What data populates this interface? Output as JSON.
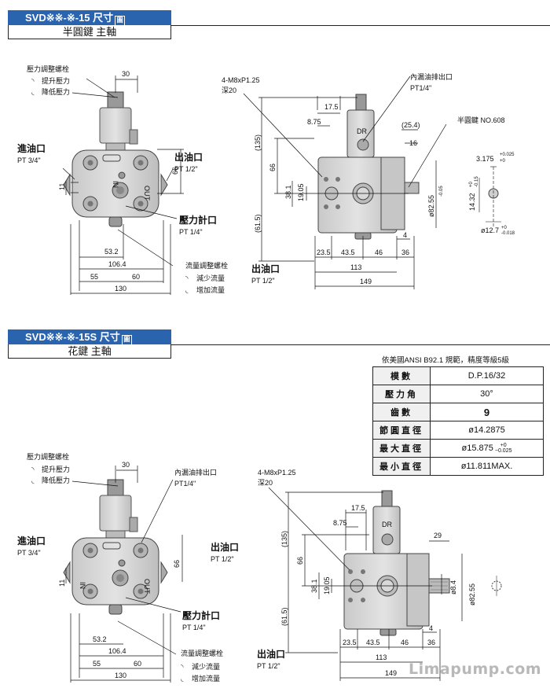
{
  "section1": {
    "title": "SVD※※-※-15 尺寸",
    "subtitle": "半圓鍵 主軸",
    "labels": {
      "pressure_adjust": "壓力調整螺栓",
      "raise": "提升壓力",
      "lower": "降低壓力",
      "inlet": "進油口",
      "inlet_spec": "PT 3/4\"",
      "outlet": "出油口",
      "outlet_spec": "PT 1/2\"",
      "gauge": "壓力計口",
      "gauge_spec": "PT 1/4\"",
      "flow_adjust": "流量調整螺栓",
      "flow_less": "減少流量",
      "flow_more": "增加流量",
      "drain": "內漏油排出口",
      "drain_spec": "PT1/4\"",
      "bolt": "4-M8xP1.25",
      "bolt_depth": "深20",
      "key": "半圓鍵 NO.608",
      "outlet2": "出油口",
      "outlet2_spec": "PT 1/2\"",
      "in_text": "IN",
      "out_text": "OUT",
      "dr_text": "DR"
    },
    "dims_front": [
      "30",
      "11",
      "66",
      "53.2",
      "106.4",
      "55",
      "60",
      "130"
    ],
    "dims_side": [
      "17.5",
      "8.75",
      "(135)",
      "66",
      "38.1",
      "19.05",
      "(61.5)",
      "(25.4)",
      "16",
      "ø82.55",
      "4",
      "23.5",
      "43.5",
      "46",
      "36",
      "113",
      "149"
    ],
    "dims_key": [
      "3.175",
      "+0.025",
      "+0",
      "14.32",
      "+0",
      "-0.15",
      "ø12.7",
      "+0",
      "-0.018",
      "-0.05"
    ]
  },
  "section2": {
    "title": "SVD※※-※-15S 尺寸",
    "subtitle": "花鍵 主軸",
    "spline_note": "依美國ANSI  B92.1 規範，精度等級5級",
    "spec_table": [
      {
        "k": "模數",
        "v": "D.P.16/32"
      },
      {
        "k": "壓力角",
        "v": "30°"
      },
      {
        "k": "齒數",
        "v": "9"
      },
      {
        "k": "節圓直徑",
        "v": "ø14.2875"
      },
      {
        "k": "最大直徑",
        "v": "ø15.875",
        "tol_hi": "+0",
        "tol_lo": "−0.025"
      },
      {
        "k": "最小直徑",
        "v": "ø11.811MAX."
      }
    ],
    "dims_side": [
      "29",
      "ø8.4",
      "ø82.55"
    ]
  },
  "watermark": "Limapump.com"
}
